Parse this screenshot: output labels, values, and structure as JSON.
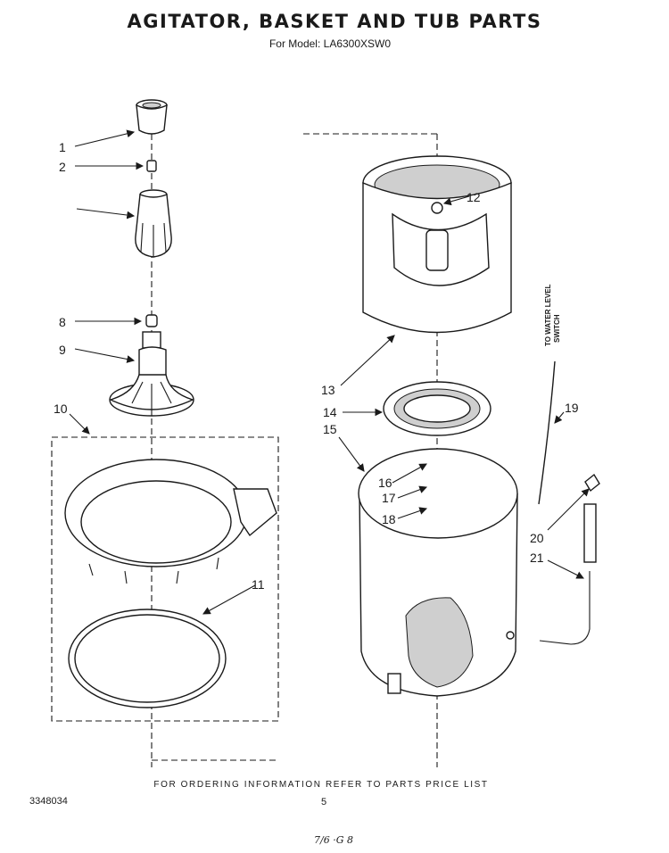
{
  "header": {
    "title": "AGITATOR, BASKET AND TUB PARTS",
    "model_line": "For Model: LA6300XSW0"
  },
  "callouts": [
    "1",
    "2",
    "8",
    "9",
    "10",
    "11",
    "12",
    "13",
    "14",
    "15",
    "16",
    "17",
    "18",
    "19",
    "20",
    "21"
  ],
  "side_note": [
    "TO WATER LEVEL",
    "SWITCH"
  ],
  "footer": {
    "ordering_note": "FOR ORDERING INFORMATION REFER TO PARTS PRICE LIST",
    "doc_number": "3348034",
    "page_number": "5",
    "handwritten": "7/6 ·G 8"
  }
}
